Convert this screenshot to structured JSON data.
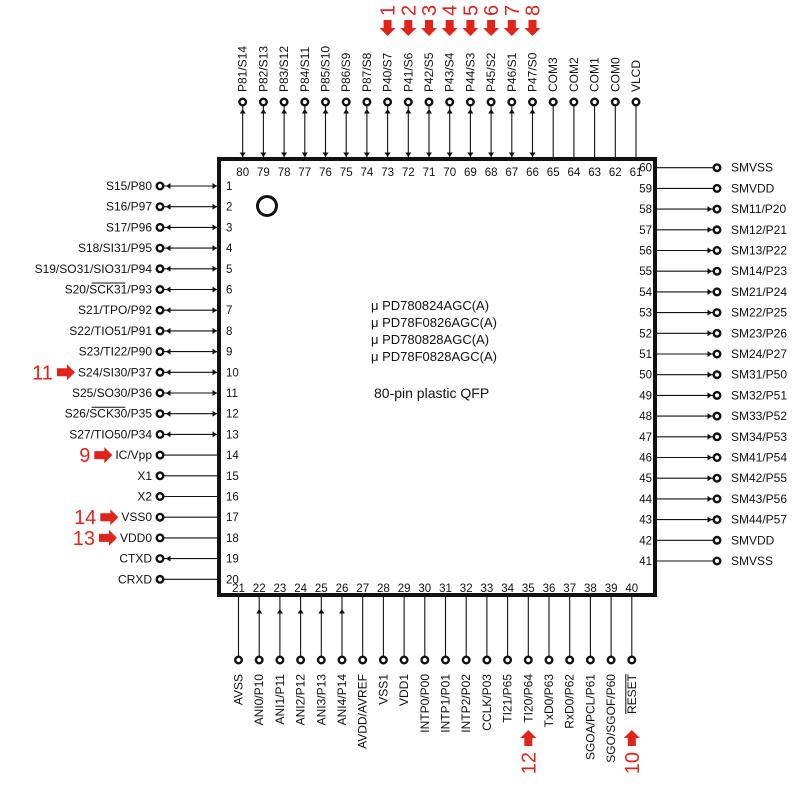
{
  "parts": [
    "μ PD780824AGC(A)",
    "μ PD78F0826AGC(A)",
    "μ PD780828AGC(A)",
    "μ PD78F0828AGC(A)"
  ],
  "package": "80-pin plastic QFP",
  "colors": {
    "line": "#111111",
    "marker": "#e2231a"
  },
  "pins": {
    "left": [
      {
        "num": "1",
        "name": "S15/P80",
        "dir": "bi"
      },
      {
        "num": "2",
        "name": "S16/P97",
        "dir": "bi"
      },
      {
        "num": "3",
        "name": "S17/P96",
        "dir": "bi"
      },
      {
        "num": "4",
        "name": "S18/SI31/P95",
        "dir": "bi"
      },
      {
        "num": "5",
        "name": "S19/SO31/SIO31/P94",
        "dir": "bi"
      },
      {
        "num": "6",
        "name": "S20/SCK31/P93",
        "dir": "bi"
      },
      {
        "num": "7",
        "name": "S21/TPO/P92",
        "dir": "bi"
      },
      {
        "num": "8",
        "name": "S22/TIO51/P91",
        "dir": "bi"
      },
      {
        "num": "9",
        "name": "S23/TI22/P90",
        "dir": "bi"
      },
      {
        "num": "10",
        "name": "S24/SI30/P37",
        "dir": "bi"
      },
      {
        "num": "11",
        "name": "S25/SO30/P36",
        "dir": "bi"
      },
      {
        "num": "12",
        "name": "S26/SCK30/P35",
        "dir": "bi"
      },
      {
        "num": "13",
        "name": "S27/TIO50/P34",
        "dir": "bi"
      },
      {
        "num": "14",
        "name": "IC/Vpp",
        "dir": "none"
      },
      {
        "num": "15",
        "name": "X1",
        "dir": "none"
      },
      {
        "num": "16",
        "name": "X2",
        "dir": "none"
      },
      {
        "num": "17",
        "name": "VSS0",
        "dir": "none"
      },
      {
        "num": "18",
        "name": "VDD0",
        "dir": "none"
      },
      {
        "num": "19",
        "name": "CTXD",
        "dir": "out"
      },
      {
        "num": "20",
        "name": "CRXD",
        "dir": "none"
      }
    ],
    "bottom": [
      {
        "num": "21",
        "name": "AVSS",
        "dir": "none"
      },
      {
        "num": "22",
        "name": "ANI0/P10",
        "dir": "in"
      },
      {
        "num": "23",
        "name": "ANI1/P11",
        "dir": "in"
      },
      {
        "num": "24",
        "name": "ANI2/P12",
        "dir": "in"
      },
      {
        "num": "25",
        "name": "ANI3/P13",
        "dir": "in"
      },
      {
        "num": "26",
        "name": "ANI4/P14",
        "dir": "in"
      },
      {
        "num": "27",
        "name": "AVDD/AVREF",
        "dir": "none"
      },
      {
        "num": "28",
        "name": "VSS1",
        "dir": "none"
      },
      {
        "num": "29",
        "name": "VDD1",
        "dir": "none"
      },
      {
        "num": "30",
        "name": "INTP0/P00",
        "dir": "none"
      },
      {
        "num": "31",
        "name": "INTP1/P01",
        "dir": "none"
      },
      {
        "num": "32",
        "name": "INTP2/P02",
        "dir": "none"
      },
      {
        "num": "33",
        "name": "CCLK/P03",
        "dir": "none"
      },
      {
        "num": "34",
        "name": "TI21/P65",
        "dir": "none"
      },
      {
        "num": "35",
        "name": "TI20/P64",
        "dir": "none"
      },
      {
        "num": "36",
        "name": "TxD0/P63",
        "dir": "none"
      },
      {
        "num": "37",
        "name": "RxD0/P62",
        "dir": "none"
      },
      {
        "num": "38",
        "name": "SGOA/PCL/P61",
        "dir": "none"
      },
      {
        "num": "39",
        "name": "SGO/SGOF/P60",
        "dir": "none"
      },
      {
        "num": "40",
        "name": "RESET",
        "dir": "none"
      }
    ],
    "right": [
      {
        "num": "41",
        "name": "SMVSS",
        "dir": "none"
      },
      {
        "num": "42",
        "name": "SMVDD",
        "dir": "none"
      },
      {
        "num": "43",
        "name": "SM44/P57",
        "dir": "out"
      },
      {
        "num": "44",
        "name": "SM43/P56",
        "dir": "out"
      },
      {
        "num": "45",
        "name": "SM42/P55",
        "dir": "out"
      },
      {
        "num": "46",
        "name": "SM41/P54",
        "dir": "out"
      },
      {
        "num": "47",
        "name": "SM34/P53",
        "dir": "out"
      },
      {
        "num": "48",
        "name": "SM33/P52",
        "dir": "out"
      },
      {
        "num": "49",
        "name": "SM32/P51",
        "dir": "out"
      },
      {
        "num": "50",
        "name": "SM31/P50",
        "dir": "out"
      },
      {
        "num": "51",
        "name": "SM24/P27",
        "dir": "out"
      },
      {
        "num": "52",
        "name": "SM23/P26",
        "dir": "out"
      },
      {
        "num": "53",
        "name": "SM22/P25",
        "dir": "out"
      },
      {
        "num": "54",
        "name": "SM21/P24",
        "dir": "out"
      },
      {
        "num": "55",
        "name": "SM14/P23",
        "dir": "out"
      },
      {
        "num": "56",
        "name": "SM13/P22",
        "dir": "out"
      },
      {
        "num": "57",
        "name": "SM12/P21",
        "dir": "out"
      },
      {
        "num": "58",
        "name": "SM11/P20",
        "dir": "out"
      },
      {
        "num": "59",
        "name": "SMVDD",
        "dir": "none"
      },
      {
        "num": "60",
        "name": "SMVSS",
        "dir": "none"
      }
    ],
    "top": [
      {
        "num": "61",
        "name": "VLCD",
        "dir": "none"
      },
      {
        "num": "62",
        "name": "COM0",
        "dir": "none"
      },
      {
        "num": "63",
        "name": "COM1",
        "dir": "none"
      },
      {
        "num": "64",
        "name": "COM2",
        "dir": "none"
      },
      {
        "num": "65",
        "name": "COM3",
        "dir": "none"
      },
      {
        "num": "66",
        "name": "P47/S0",
        "dir": "bi"
      },
      {
        "num": "67",
        "name": "P46/S1",
        "dir": "bi"
      },
      {
        "num": "68",
        "name": "P45/S2",
        "dir": "bi"
      },
      {
        "num": "69",
        "name": "P44/S3",
        "dir": "bi"
      },
      {
        "num": "70",
        "name": "P43/S4",
        "dir": "bi"
      },
      {
        "num": "71",
        "name": "P42/S5",
        "dir": "bi"
      },
      {
        "num": "72",
        "name": "P41/S6",
        "dir": "bi"
      },
      {
        "num": "73",
        "name": "P40/S7",
        "dir": "bi"
      },
      {
        "num": "74",
        "name": "P87/S8",
        "dir": "bi"
      },
      {
        "num": "75",
        "name": "P86/S9",
        "dir": "bi"
      },
      {
        "num": "76",
        "name": "P85/S10",
        "dir": "bi"
      },
      {
        "num": "77",
        "name": "P84/S11",
        "dir": "bi"
      },
      {
        "num": "78",
        "name": "P83/S12",
        "dir": "bi"
      },
      {
        "num": "79",
        "name": "P82/S13",
        "dir": "bi"
      },
      {
        "num": "80",
        "name": "P81/S14",
        "dir": "bi"
      }
    ]
  },
  "callouts": [
    {
      "label": "1",
      "pin": "73"
    },
    {
      "label": "2",
      "pin": "72"
    },
    {
      "label": "3",
      "pin": "71"
    },
    {
      "label": "4",
      "pin": "70"
    },
    {
      "label": "5",
      "pin": "69"
    },
    {
      "label": "6",
      "pin": "68"
    },
    {
      "label": "7",
      "pin": "67"
    },
    {
      "label": "8",
      "pin": "66"
    },
    {
      "label": "9",
      "pin": "14"
    },
    {
      "label": "10",
      "pin": "40"
    },
    {
      "label": "11",
      "pin": "10"
    },
    {
      "label": "12",
      "pin": "35"
    },
    {
      "label": "13",
      "pin": "18"
    },
    {
      "label": "14",
      "pin": "17"
    }
  ]
}
